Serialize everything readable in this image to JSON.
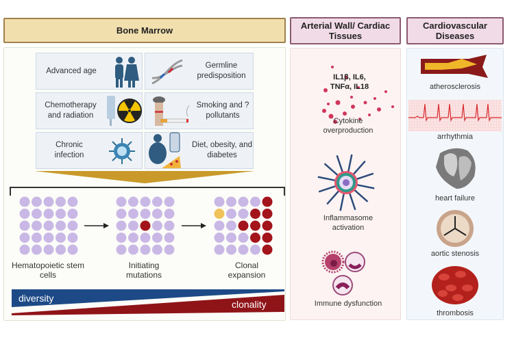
{
  "bone_marrow": {
    "header": "Bone Marrow",
    "risk_factors": [
      {
        "label": "Advanced age",
        "icon": "elderly-couple-icon"
      },
      {
        "label": "Germline predisposition",
        "icon": "dna-icon"
      },
      {
        "label": "Chemotherapy and radiation",
        "icon": "radiation-icon"
      },
      {
        "label": "Smoking and ?pollutants",
        "icon": "smoking-factory-icon"
      },
      {
        "label": "Chronic infection",
        "icon": "virus-icon"
      },
      {
        "label": "Diet, obesity, and diabetes",
        "icon": "obesity-glucometer-icon"
      }
    ],
    "stages": [
      {
        "label": "Hematopoietic stem cells"
      },
      {
        "label": "Initiating mutations"
      },
      {
        "label": "Clonal expansion"
      }
    ],
    "gradient": {
      "left_label": "diversity",
      "right_label": "clonality"
    },
    "colors": {
      "normal_cell": "#c9b8e6",
      "mutant_cell": "#a3141b",
      "other_clone": "#f0c25a",
      "diversity": "#1d4a86",
      "clonality": "#8f1418"
    }
  },
  "arterial_wall": {
    "header": "Arterial Wall/ Cardiac Tissues",
    "cytokines": "IL1β, IL6, TNFα, IL18",
    "items": [
      {
        "label": "Cytokine overproduction"
      },
      {
        "label": "Inflammasome activation"
      },
      {
        "label": "Immune dysfunction"
      }
    ]
  },
  "cardiovascular": {
    "header": "Cardiovascular Diseases",
    "items": [
      {
        "label": "atherosclerosis",
        "icon": "artery-plaque-icon"
      },
      {
        "label": "arrhythmia",
        "icon": "ecg-icon"
      },
      {
        "label": "heart failure",
        "icon": "heart-icon"
      },
      {
        "label": "aortic stenosis",
        "icon": "aortic-valve-icon"
      },
      {
        "label": "thrombosis",
        "icon": "blood-clot-icon"
      }
    ]
  }
}
